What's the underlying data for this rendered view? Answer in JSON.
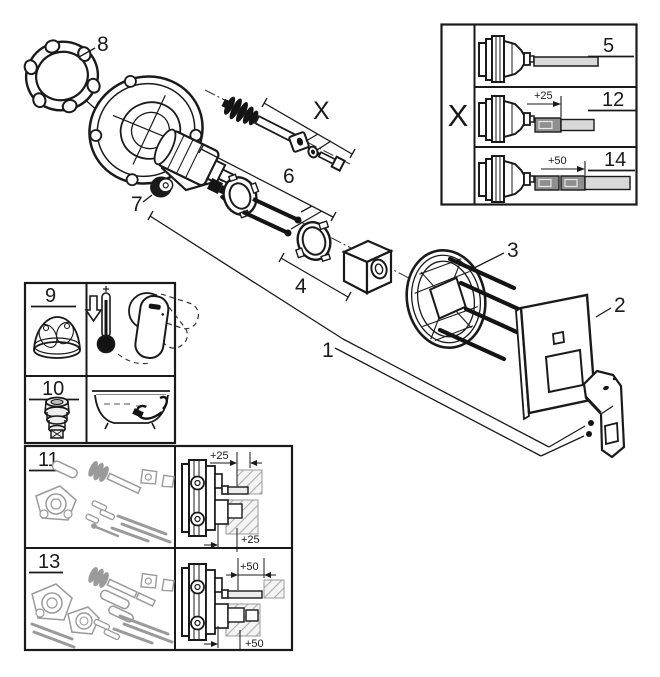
{
  "diagram_labels": {
    "l1": "1",
    "l2": "2",
    "l3": "3",
    "l4": "4",
    "l6": "6",
    "l7": "7",
    "l8": "8",
    "lX": "X"
  },
  "variant_box": {
    "group_label": "X",
    "rows": [
      {
        "number": "5",
        "dimension": ""
      },
      {
        "number": "12",
        "dimension": "+25"
      },
      {
        "number": "14",
        "dimension": "+50"
      }
    ]
  },
  "accessory_table": {
    "rows": [
      {
        "number": "9"
      },
      {
        "number": "10"
      }
    ]
  },
  "extension_table": {
    "rows": [
      {
        "number": "11",
        "dim_top": "+25",
        "dim_bottom": "+25"
      },
      {
        "number": "13",
        "dim_top": "+50",
        "dim_bottom": "+50"
      }
    ]
  },
  "colors": {
    "line": "#1a1a1a",
    "gray_part": "#9a9a9a",
    "dark_fill": "#8f8f8f",
    "light_fill": "#d9d9d9"
  }
}
